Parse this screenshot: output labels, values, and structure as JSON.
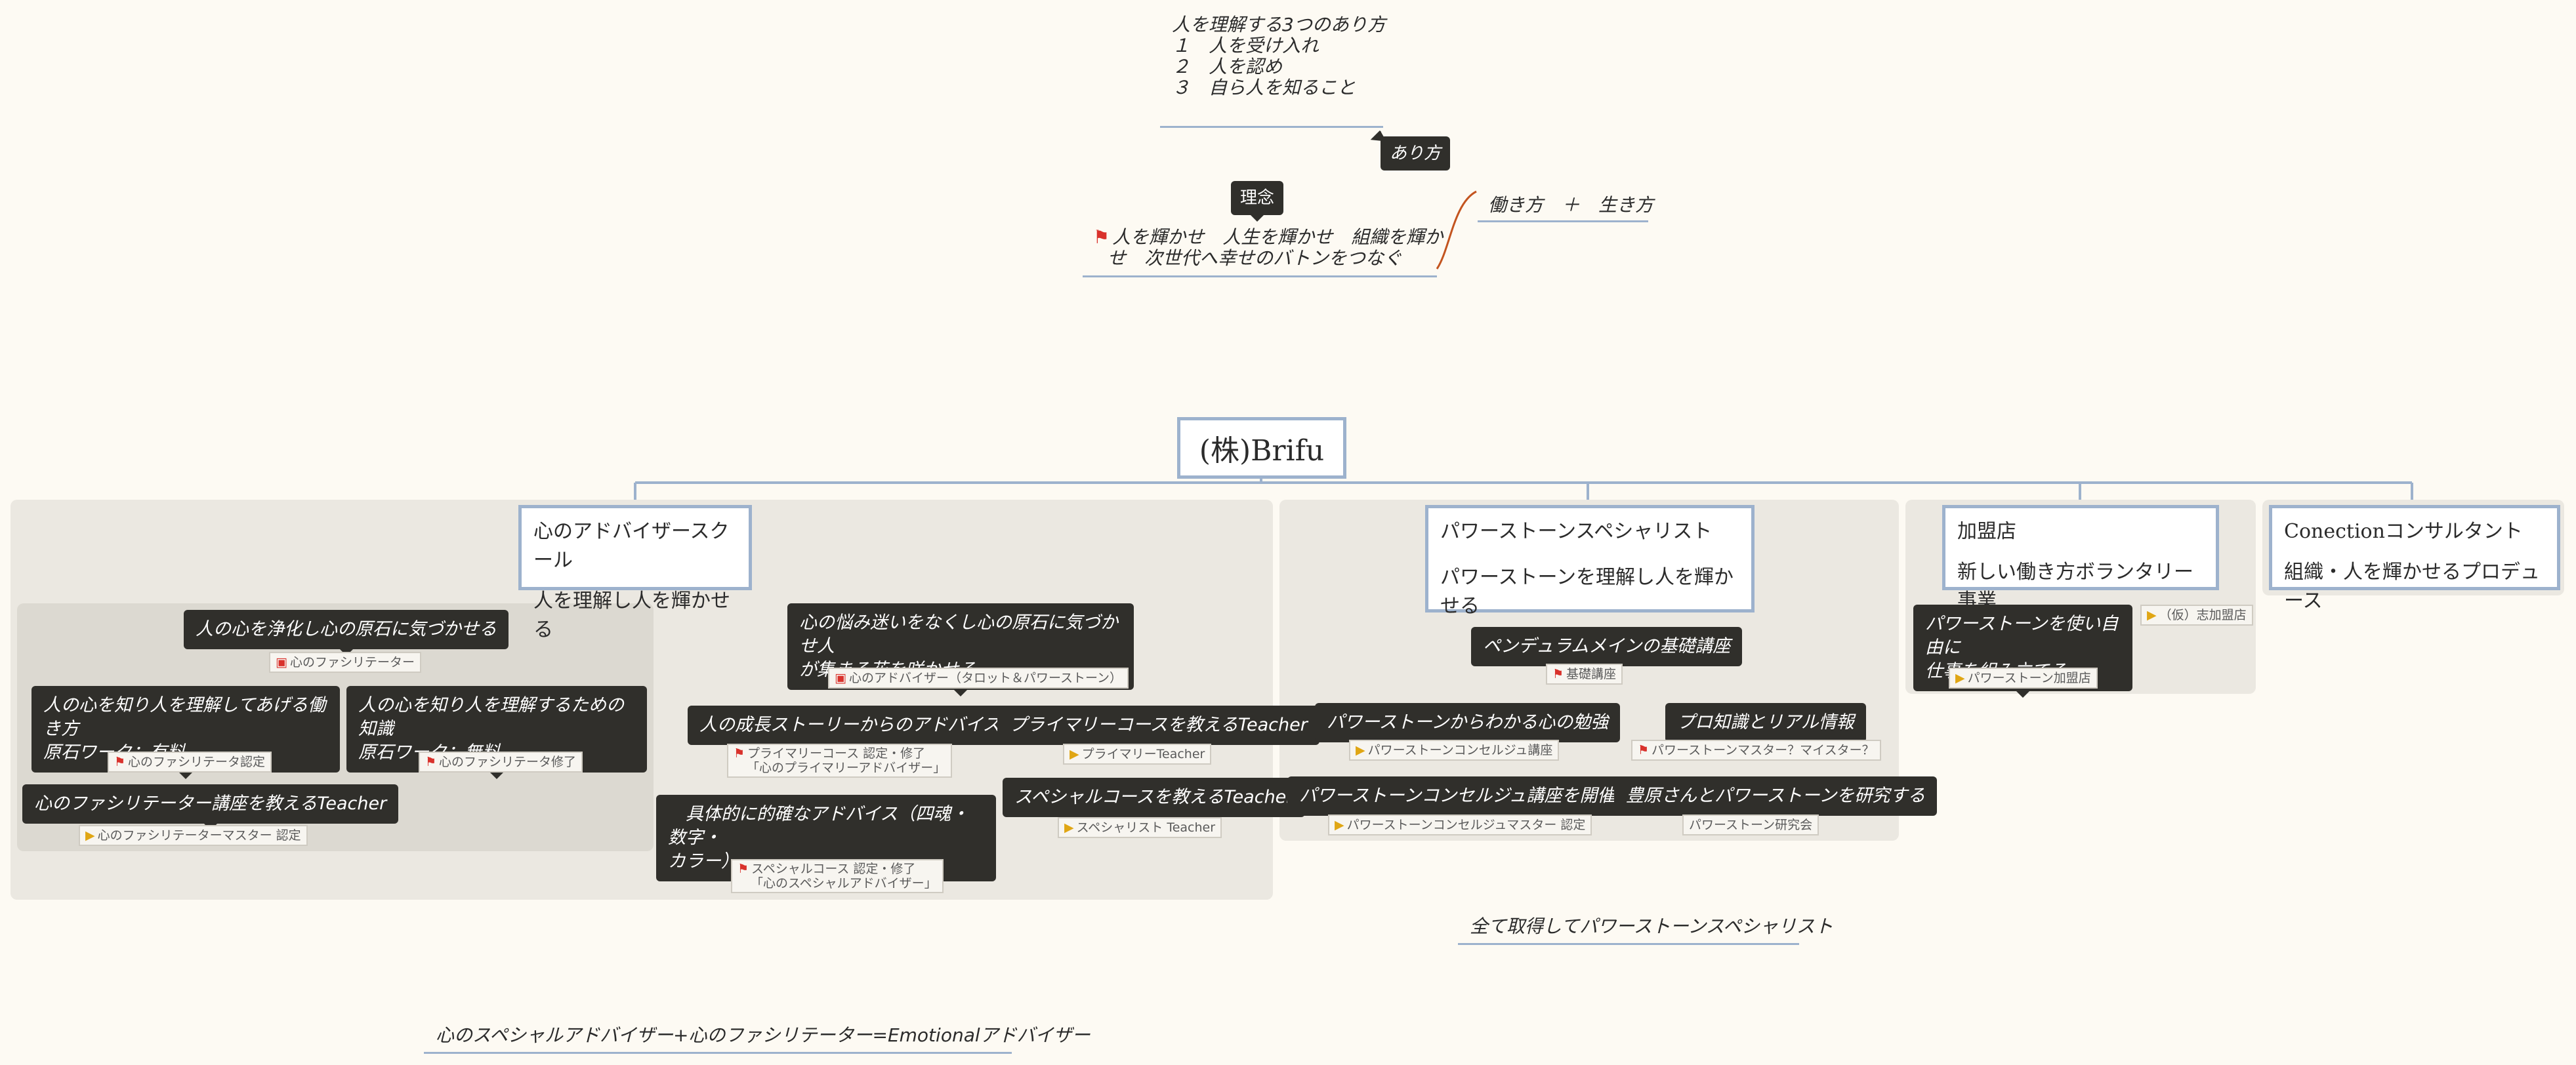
{
  "diagram": {
    "root": "(株)Brifu",
    "top": {
      "way_of_being_note": [
        "人を理解する3つのあり方",
        "１　人を受け入れ",
        "２　人を認め",
        "３　自ら人を知ること"
      ],
      "way_of_being_label": "あり方",
      "philosophy_label": "理念",
      "philosophy_text": [
        "人を輝かせ　人生を輝かせ　組織を輝か",
        "せ　次世代へ幸せのバトンをつなぐ"
      ],
      "work_life": "働き方　＋　生き方"
    },
    "branches": {
      "school": {
        "title": "心のアドバイザースクール",
        "subtitle": "人を理解し人を輝かせる",
        "nodes": {
          "purify": "人の心を浄化し心の原石に気づかせる",
          "purify_tag": "心のファシリテーター",
          "paid": [
            "人の心を知り人を理解してあげる働き方",
            "原石ワーク：有料"
          ],
          "paid_tag": "心のファシリテータ認定",
          "free": [
            "人の心を知り人を理解するための知識",
            "原石ワーク：無料"
          ],
          "free_tag": "心のファシリテータ修了",
          "teacher": "心のファシリテーター講座を教えるTeacher",
          "teacher_tag": "心のファシリテーターマスター 認定",
          "flower": [
            "心の悩み迷いをなくし心の原石に気づかせ人",
            "が集まる花を咲かせる"
          ],
          "flower_tag": "心のアドバイザー（タロット＆パワーストーン）",
          "story": "人の成長ストーリーからのアドバイス",
          "story_tag": [
            "プライマリーコース 認定・修了",
            "「心のプライマリーアドバイザー」"
          ],
          "primary_teacher": "プライマリーコースを教えるTeacher",
          "primary_teacher_tag": "プライマリーTeacher",
          "concrete": [
            "　具体的に的確なアドバイス（四魂・数字・",
            "カラー）"
          ],
          "concrete_tag": [
            "スペシャルコース 認定・修了",
            "「心のスペシャルアドバイザー」"
          ],
          "special_teacher": "スペシャルコースを教えるTeacher",
          "special_teacher_tag": "スペシャリスト Teacher"
        }
      },
      "stone": {
        "title": "パワーストーンスペシャリスト",
        "subtitle": "パワーストーンを理解し人を輝かせる",
        "nodes": {
          "pendulum": "ペンデュラムメインの基礎講座",
          "pendulum_tag": "基礎講座",
          "study": "パワーストーンからわかる心の勉強",
          "study_tag": "パワーストーンコンセルジュ講座",
          "pro": "プロ知識とリアル情報",
          "pro_tag": "パワーストーンマスター？マイスター？",
          "hold": "パワーストーンコンセルジュ講座を開催する",
          "hold_tag": "パワーストーンコンセルジュマスター 認定",
          "research": "豊原さんとパワーストーンを研究する",
          "research_tag": "パワーストーン研究会"
        }
      },
      "member": {
        "title": "加盟店",
        "subtitle": "新しい働き方ボランタリー事業",
        "nodes": {
          "free_work": [
            "パワーストーンを使い自由に",
            "仕事を組み立てる"
          ],
          "free_work_tag": "パワーストーン加盟店",
          "side_tag": "（仮）志加盟店"
        }
      },
      "consult": {
        "title": "Conectionコンサルタント",
        "subtitle": "組織・人を輝かせるプロデュース"
      }
    },
    "notes": {
      "all": "全て取得してパワーストーンスペシャリスト",
      "emotional": "心のスペシャルアドバイザー+心のファシリテーター=Emotionalアドバイザー"
    },
    "colors": {
      "background": "#fdfaf3",
      "dark_node": "#302f2b",
      "accent_line": "#9db2cd",
      "flag_red": "#d9322c",
      "flag_yellow": "#e0a614"
    }
  }
}
